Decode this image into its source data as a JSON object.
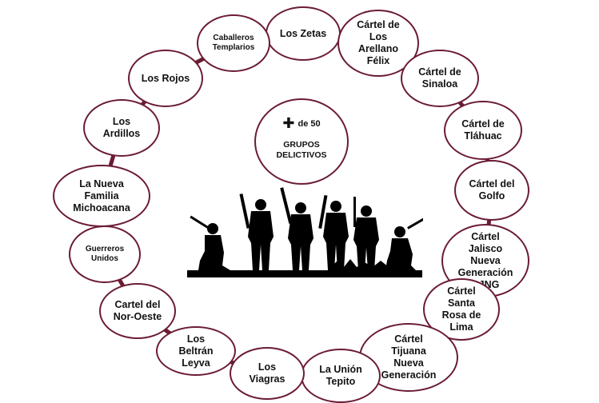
{
  "center": {
    "count_text": "de 50",
    "label": "GRUPOS\nDELICTIVOS"
  },
  "groups": [
    "Los Zetas",
    "Cártel de\nLos\nArellano\nFélix",
    "Cártel de\nSinaloa",
    "Cártel de\nTláhuac",
    "Cártel del\nGolfo",
    "Cártel\nJalisco\nNueva\nGeneración\nCJNG",
    "Cártel\nSanta\nRosa de\nLima",
    "Cártel\nTijuana\nNueva\nGeneración",
    "La Unión\nTepito",
    "Los\nViagras",
    "Los\nBeltrán\nLeyva",
    "Cartel del\nNor-Oeste",
    "Guerreros\nUnidos",
    "La Nueva\nFamilia\nMichoacana",
    "Los\nArdillos",
    "Los Rojos",
    "Caballeros\nTemplarios"
  ],
  "colors": {
    "ring": "#6b1c34",
    "silhouette": "#000000"
  }
}
